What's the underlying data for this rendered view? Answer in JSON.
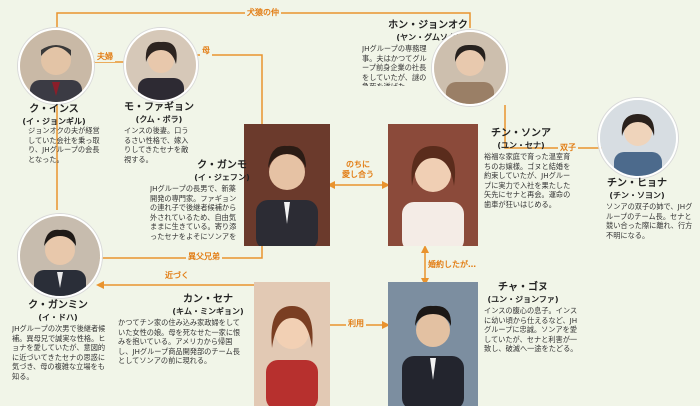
{
  "people": {
    "kuinsu": {
      "name": "ク・インス",
      "reading": "(イ・ジョンギル)",
      "desc": "ジョンオクの夫が経営していた会社を乗っ取り、JHグループの会長となった。"
    },
    "mofahgin": {
      "name": "モ・ファギョン",
      "reading": "(クム・ボラ)",
      "desc": "インスの後妻。口うるさい性格で、嫁入りしてきたセナを敵視する。"
    },
    "hon": {
      "name": "ホン・ジョンオク",
      "reading": "(ヤン・グムソク)",
      "desc": "JHグループの専務理事。夫はかつてグループ前身企業の社長をしていたが、謎の急死を遂げた。"
    },
    "gangmo": {
      "name": "ク・ガンモ",
      "reading": "(イ・ジェフン)",
      "desc": "JHグループの長男で、新薬開発の専門家。ファギョンの連れ子で後継者候補から外されているため、自由気ままに生きている。寄り添ったセナをよそにソンアを愛するように。"
    },
    "sonah": {
      "name": "チン・ソンア",
      "reading": "(ユン・セナ)",
      "desc": "裕福な家庭で育った温室育ちのお嬢様。ゴヌと結婚を約束していたが、JHグループに実力で入社を果たした矢先にセナと再会。運命の歯車が狂いはじめる。"
    },
    "hyona": {
      "name": "チン・ヒョナ",
      "reading": "(チン・ソヨン)",
      "desc": "ソンアの双子の姉で、JHグループのチーム長。セナと競い合った際に離れ、行方不明になる。"
    },
    "gangmin": {
      "name": "ク・ガンミン",
      "reading": "(イ・ドハ)",
      "desc": "JHグループの次男で後継者候補。異母兄で誠実な性格。ヒョナを愛していたが、意図的に近づいてきたセナの思惑に気づき、母の複雑な立場をも知る。"
    },
    "sena": {
      "name": "カン・セナ",
      "reading": "(キム・ミンギョン)",
      "desc": "かつてチン家の住み込み家政婦をしていた女性の娘。母を死なせた一家に恨みを抱いている。アメリカから帰国し、JHグループ商品開発部のチーム長としてソンアの前に現れる。"
    },
    "gonu": {
      "name": "チャ・ゴヌ",
      "reading": "(ユン・ジョンファ)",
      "desc": "インスの腹心の息子。インスに幼い頃から仕えるなど、JHグループに忠誠。ソンアを愛していたが、セナと利害が一致し、破滅へ一途をたどる。"
    }
  },
  "relations": {
    "rival": "犬猿の仲",
    "husband": "夫婦",
    "mother": "母",
    "twins": "双子",
    "later_love_1": "のちに",
    "later_love_2": "愛し合う",
    "half_brothers": "異父兄弟",
    "approach": "近づく",
    "use": "利用",
    "engaged": "婚約したが…"
  },
  "colors": {
    "line": "#e9932e",
    "bg": "#f1f5e8"
  }
}
